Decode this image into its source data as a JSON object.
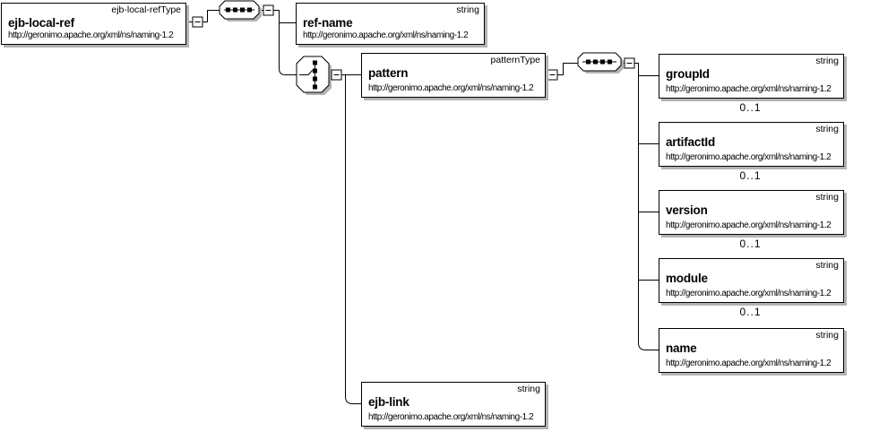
{
  "diagram": {
    "kind": "xml-schema-content-model",
    "colors": {
      "background": "#ffffff",
      "line": "#000000",
      "box_border": "#000000",
      "box_fill": "#ffffff",
      "shadow": "#b3b3b3"
    },
    "nodes": {
      "root": {
        "name": "ejb-local-ref",
        "type_label": "ejb-local-refType",
        "namespace": "http://geronimo.apache.org/xml/ns/naming-1.2"
      },
      "ref_name": {
        "name": "ref-name",
        "type_label": "string",
        "namespace": "http://geronimo.apache.org/xml/ns/naming-1.2"
      },
      "pattern": {
        "name": "pattern",
        "type_label": "patternType",
        "namespace": "http://geronimo.apache.org/xml/ns/naming-1.2"
      },
      "group_id": {
        "name": "groupId",
        "type_label": "string",
        "namespace": "http://geronimo.apache.org/xml/ns/naming-1.2",
        "cardinality": "0..1"
      },
      "artifact_id": {
        "name": "artifactId",
        "type_label": "string",
        "namespace": "http://geronimo.apache.org/xml/ns/naming-1.2",
        "cardinality": "0..1"
      },
      "version": {
        "name": "version",
        "type_label": "string",
        "namespace": "http://geronimo.apache.org/xml/ns/naming-1.2",
        "cardinality": "0..1"
      },
      "module": {
        "name": "module",
        "type_label": "string",
        "namespace": "http://geronimo.apache.org/xml/ns/naming-1.2",
        "cardinality": "0..1"
      },
      "name_el": {
        "name": "name",
        "type_label": "string",
        "namespace": "http://geronimo.apache.org/xml/ns/naming-1.2"
      },
      "ejb_link": {
        "name": "ejb-link",
        "type_label": "string",
        "namespace": "http://geronimo.apache.org/xml/ns/naming-1.2"
      }
    },
    "icons": {
      "sequence_top": "sequence-connector",
      "choice": "choice-connector",
      "sequence_pattern": "sequence-connector",
      "collapse_glyph": "-"
    }
  }
}
